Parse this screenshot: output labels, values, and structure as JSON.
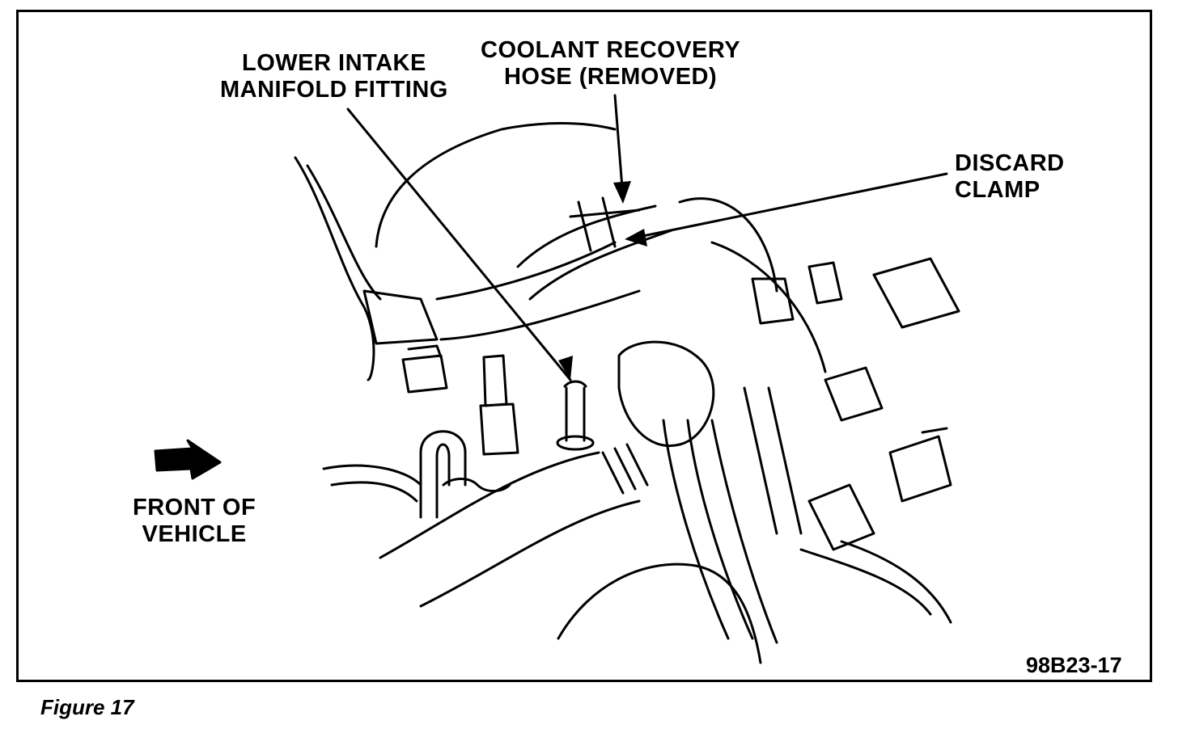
{
  "labels": {
    "lower_intake": [
      "LOWER INTAKE",
      "MANIFOLD FITTING"
    ],
    "coolant_hose": [
      "COOLANT RECOVERY",
      "HOSE (REMOVED)"
    ],
    "discard_clamp": [
      "DISCARD",
      "CLAMP"
    ],
    "front_vehicle": [
      "FRONT OF",
      "VEHICLE"
    ]
  },
  "figure_id": "98B23-17",
  "caption": "Figure 17",
  "colors": {
    "ink": "#000000",
    "paper": "#ffffff"
  }
}
